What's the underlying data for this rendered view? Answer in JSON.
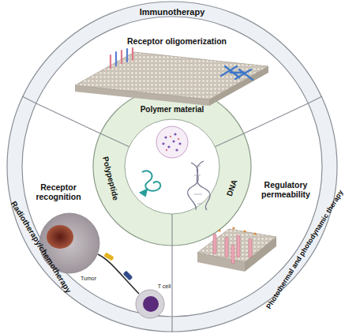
{
  "diagram": {
    "nodes": [
      {
        "text": [
          "Immunotherapy"
        ]
      },
      {
        "text": [
          "Receptor oligomerization"
        ]
      },
      {
        "text": [
          "Polymer material"
        ]
      },
      {
        "text": [
          "Polypeptide"
        ]
      },
      {
        "text": [
          "DNA"
        ]
      },
      {
        "text": [
          "Receptor recognition"
        ]
      },
      {
        "text": [
          "Regulatory permeability"
        ]
      },
      {
        "text": [
          "Radiotherapy/chemotherapy"
        ]
      },
      {
        "text": [
          "Photothermal and photodynamic therapy"
        ]
      }
    ],
    "labels": [
      "Tumor",
      "T cell"
    ]
  }
}
